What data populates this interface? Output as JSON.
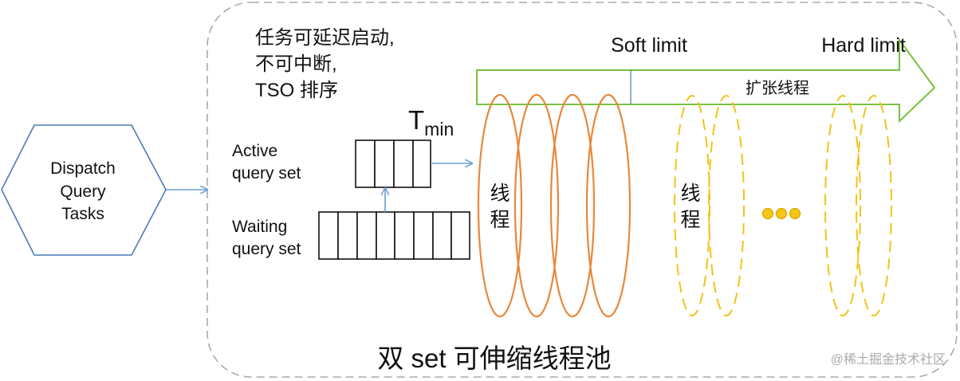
{
  "dispatch": {
    "lines": [
      "Dispatch",
      "Query",
      "Tasks"
    ]
  },
  "notes": {
    "lines": [
      "任务可延迟启动,",
      "不可中断,",
      "TSO 排序"
    ]
  },
  "active_set": {
    "lines": [
      "Active",
      "query set"
    ]
  },
  "waiting_set": {
    "lines": [
      "Waiting",
      "query set"
    ]
  },
  "tmin": {
    "base": "T",
    "sub": "min"
  },
  "limits": {
    "soft": "Soft limit",
    "hard": "Hard limit"
  },
  "arrow_label": "扩张线程",
  "thread_label": {
    "solid": [
      "线",
      "程"
    ],
    "dashed": [
      "线",
      "程"
    ]
  },
  "pool_title": "双 set 可伸缩线程池",
  "watermark": "@稀土掘金技术社区",
  "colors": {
    "hexagon": "#4a7ab8",
    "connector": "#6b9fd1",
    "solid_thread": "#e8883a",
    "dashed_thread": "#f0c419",
    "arrow": "#7ac142",
    "dots": "#f5c518",
    "dots_outline": "#d9a600",
    "pool_border": "#aaaaaa"
  }
}
